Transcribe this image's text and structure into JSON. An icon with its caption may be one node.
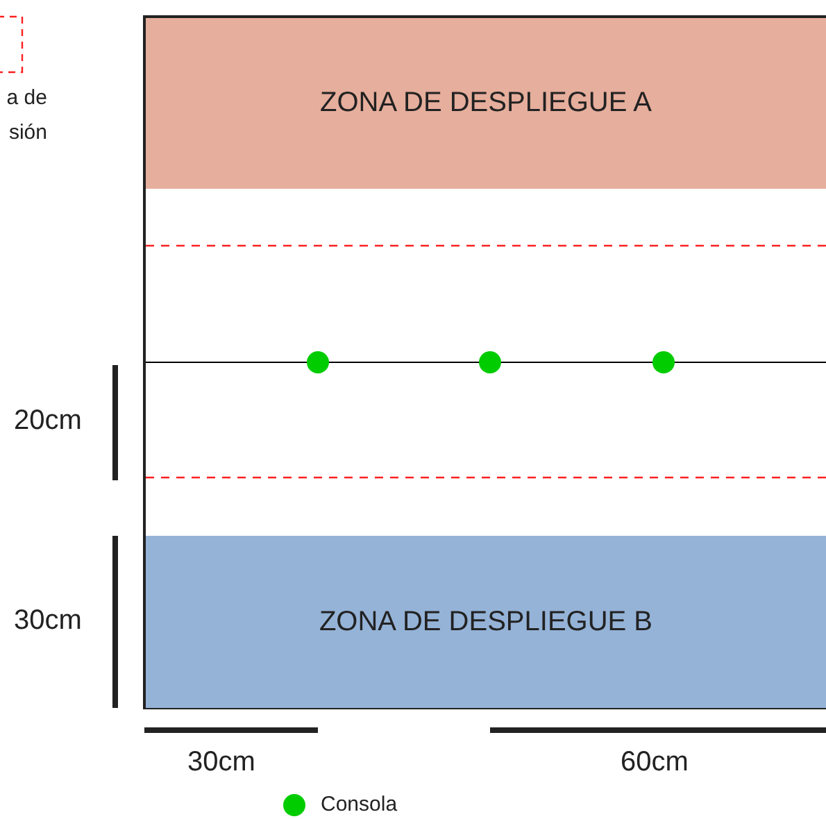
{
  "diagram": {
    "nodes": [
      {
        "text": [
          "ZONA DE DESPLIEGUE A"
        ]
      },
      {
        "text": [],
        "shape": "circle"
      },
      {
        "text": [],
        "shape": "circle"
      },
      {
        "text": [],
        "shape": "circle"
      },
      {
        "text": [
          "ZONA DE DESPLIEGUE B"
        ]
      }
    ],
    "labels": [
      "20cm",
      "30cm",
      "30cm",
      "60cm"
    ],
    "legend": [
      {
        "text": "a de sión"
      },
      {
        "text": "Consola",
        "color": "#00cc00"
      }
    ]
  }
}
